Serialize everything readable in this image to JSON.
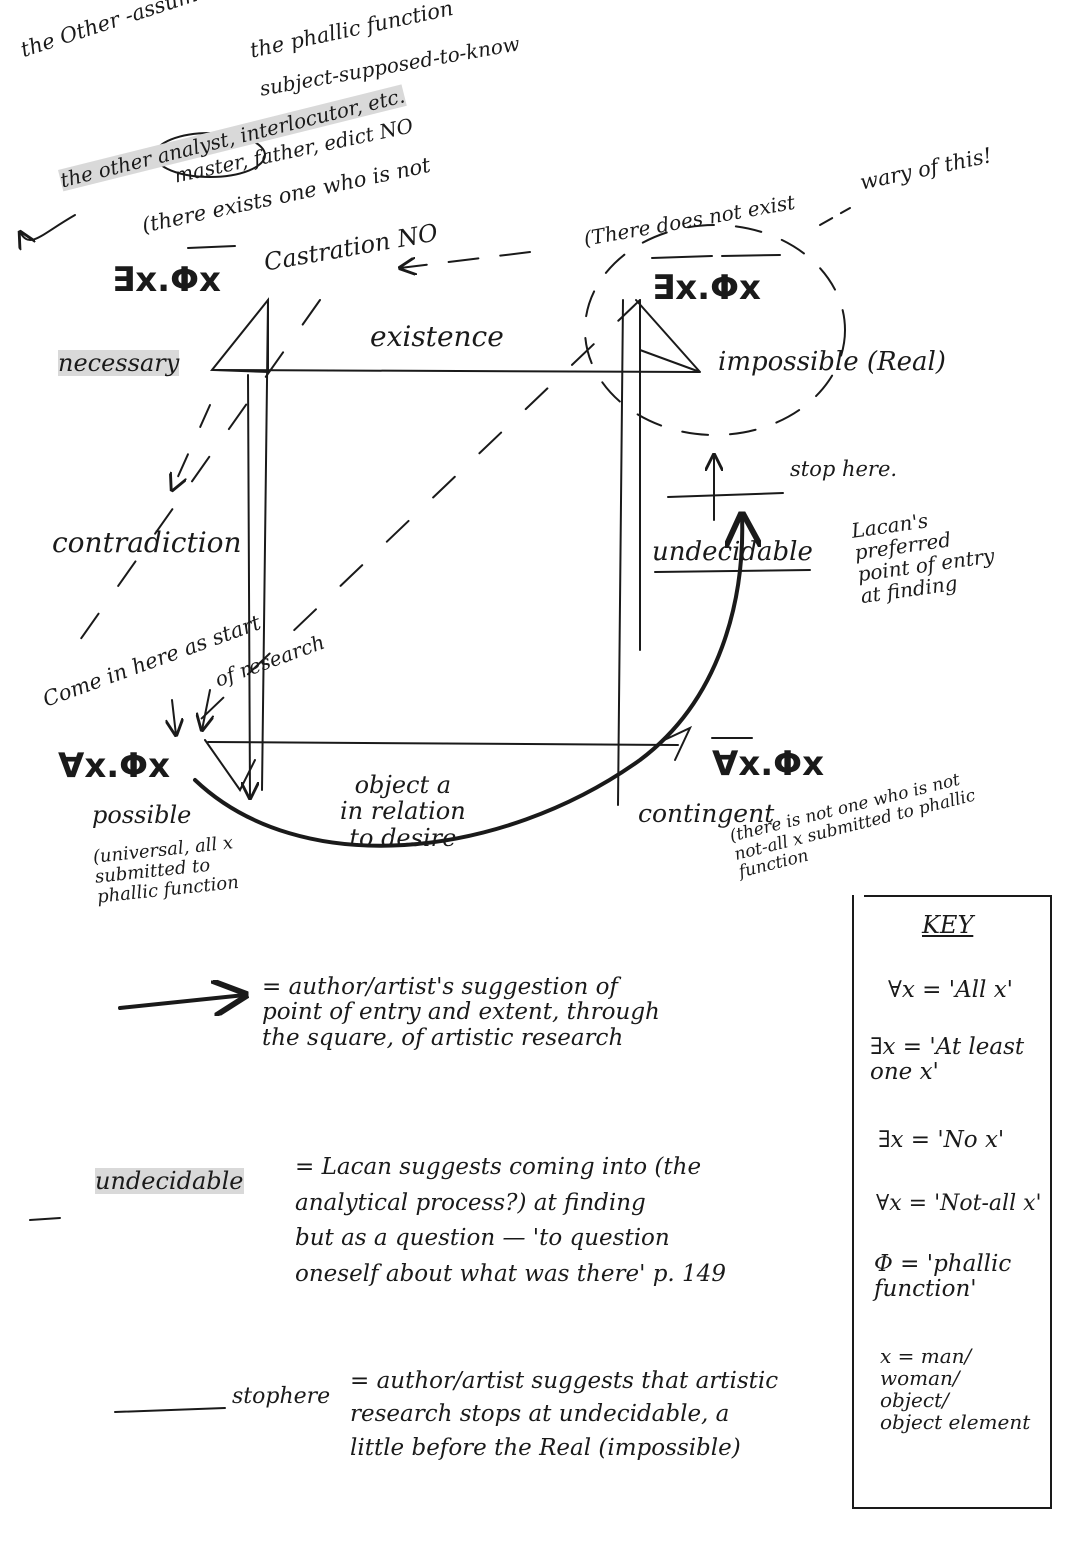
{
  "notes": {
    "other_assumed": "the Other -assumed not subject to",
    "phallic_function": "the phallic function",
    "subject_supposed": "subject-supposed-to-know",
    "the_other_analyst": "the other analyst, interlocutor, etc.",
    "master_father": "master, father, edict NO",
    "there_exists": "(there exists one who is not",
    "castration": "Castration NO",
    "there_does_not_exist": "(There does not exist",
    "wary": "wary of this!",
    "come_in_here": "Come in here as start",
    "of_research": "of research",
    "lacan_preferred": "Lacan's\npreferred\npoint of entry\nat finding",
    "stop_here": "stop here.",
    "object_a": "object a\nin relation\nto desire",
    "possible_note": "(universal, all x\nsubmitted to\nphallic function",
    "contingent_note": "(there is not one who is not\nnot-all x submitted to phallic\nfunction"
  },
  "square": {
    "top_left_formula": "∃x.Φx",
    "top_right_formula": "∃x.Φx",
    "bottom_left_formula": "∀x.Φx",
    "bottom_right_formula": "∀x.Φx",
    "necessary": "necessary",
    "impossible": "impossible (Real)",
    "possible": "possible",
    "contingent": "contingent",
    "existence": "existence",
    "contradiction": "contradiction",
    "undecidable": "undecidable"
  },
  "legend": {
    "arrow_text": "= author/artist's suggestion of\npoint of entry and extent, through\nthe square, of artistic research",
    "undecidable_term": "undecidable",
    "undecidable_text": "= Lacan suggests coming into (the\nanalytical process?) at finding\nbut as a question — 'to question\noneself about what was there' p. 149",
    "stophere_term": "stophere",
    "stophere_text": "= author/artist suggests that artistic\nresearch stops at undecidable, a\nlittle before the Real (impossible)"
  },
  "key": {
    "title": "KEY",
    "all_x": "∀x = 'All x'",
    "at_least_one": "∃x = 'At least\none x'",
    "no_x": "∃x = 'No x'",
    "not_all_x": "∀x = 'Not-all x'",
    "phallic": "Φ = 'phallic\nfunction'",
    "x_def": "x = man/\nwoman/\nobject/\nobject element"
  },
  "colors": {
    "ink": "#1a1a1a",
    "highlight": "#d9d9d9"
  }
}
